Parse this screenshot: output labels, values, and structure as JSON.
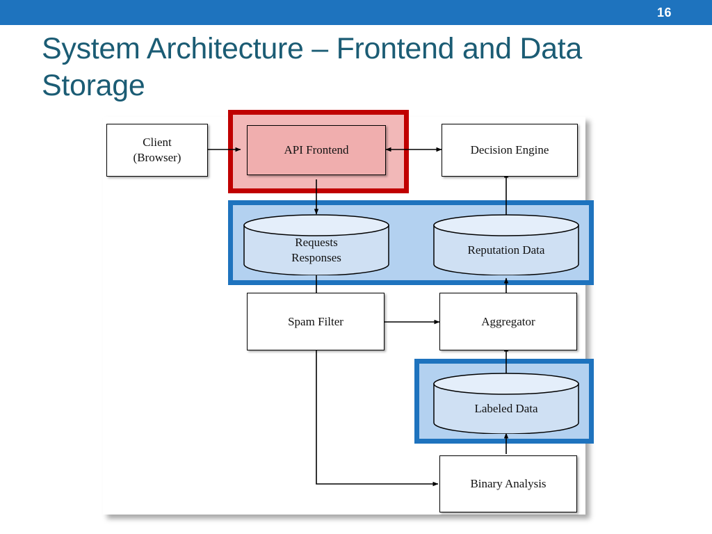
{
  "slide": {
    "number": "16",
    "title": "System Architecture – Frontend and Data Storage",
    "accent_bar_color": "#1e73be",
    "title_color": "#1b5c74"
  },
  "diagram": {
    "highlights": [
      {
        "name": "api-frontend-highlight",
        "color": "#c00000",
        "fill": "#f2b8b8"
      },
      {
        "name": "storage-highlight-top",
        "color": "#1e73be",
        "fill": "#b3d1f0"
      },
      {
        "name": "storage-highlight-bottom",
        "color": "#1e73be",
        "fill": "#b3d1f0"
      }
    ],
    "nodes": [
      {
        "id": "client",
        "label": "Client\n(Browser)",
        "line1": "Client",
        "line2": "(Browser)"
      },
      {
        "id": "api_frontend",
        "label": "API Frontend"
      },
      {
        "id": "decision_engine",
        "label": "Decision Engine"
      },
      {
        "id": "spam_filter",
        "label": "Spam Filter"
      },
      {
        "id": "aggregator",
        "label": "Aggregator"
      },
      {
        "id": "binary_analysis",
        "label": "Binary Analysis"
      }
    ],
    "datastores": [
      {
        "id": "requests_responses",
        "line1": "Requests",
        "line2": "Responses"
      },
      {
        "id": "reputation_data",
        "line1": "Reputation Data",
        "line2": ""
      },
      {
        "id": "labeled_data",
        "line1": "Labeled Data",
        "line2": ""
      }
    ],
    "edges": [
      {
        "from": "client",
        "to": "api_frontend",
        "type": "bidirectional"
      },
      {
        "from": "api_frontend",
        "to": "decision_engine",
        "type": "bidirectional"
      },
      {
        "from": "api_frontend",
        "to": "requests_responses",
        "type": "directed"
      },
      {
        "from": "requests_responses",
        "to": "spam_filter",
        "type": "directed"
      },
      {
        "from": "spam_filter",
        "to": "aggregator",
        "type": "directed"
      },
      {
        "from": "reputation_data",
        "to": "decision_engine",
        "type": "directed"
      },
      {
        "from": "aggregator",
        "to": "reputation_data",
        "type": "directed"
      },
      {
        "from": "spam_filter",
        "to": "binary_analysis",
        "type": "directed"
      },
      {
        "from": "binary_analysis",
        "to": "labeled_data",
        "type": "directed"
      },
      {
        "from": "labeled_data",
        "to": "aggregator",
        "type": "directed"
      }
    ]
  }
}
